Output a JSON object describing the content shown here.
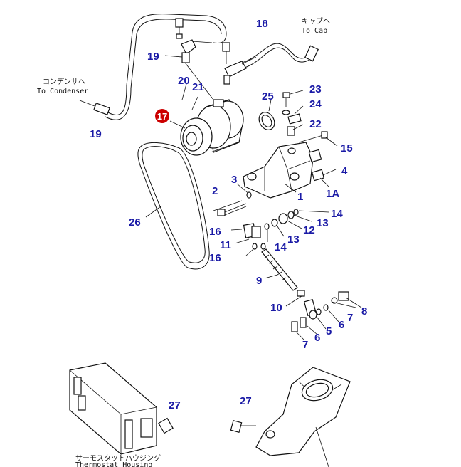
{
  "captions": {
    "condenser_jp": "コンデンサヘ",
    "condenser_en": "To Condenser",
    "cab_jp": "キャブヘ",
    "cab_en": "To Cab",
    "thermostat_jp": "サーモスタットハウジング",
    "thermostat_en": "Thermostat Housing"
  },
  "highlight": {
    "label": "17",
    "color": "#cc0000"
  },
  "accent_color": "#1a1aa6",
  "callouts": {
    "n18": "18",
    "n19a": "19",
    "n19b": "19",
    "n20": "20",
    "n21": "21",
    "n25": "25",
    "n23": "23",
    "n24": "24",
    "n22": "22",
    "n15": "15",
    "n4": "4",
    "n1A": "1A",
    "n3": "3",
    "n2": "2",
    "n1": "1",
    "n26": "26",
    "n14a": "14",
    "n13a": "13",
    "n12": "12",
    "n16a": "16",
    "n11": "11",
    "n14b": "14",
    "n13b": "13",
    "n16b": "16",
    "n9": "9",
    "n10": "10",
    "n8": "8",
    "n5": "5",
    "n6a": "6",
    "n7a": "7",
    "n6b": "6",
    "n7b": "7",
    "n27a": "27",
    "n27b": "27"
  }
}
